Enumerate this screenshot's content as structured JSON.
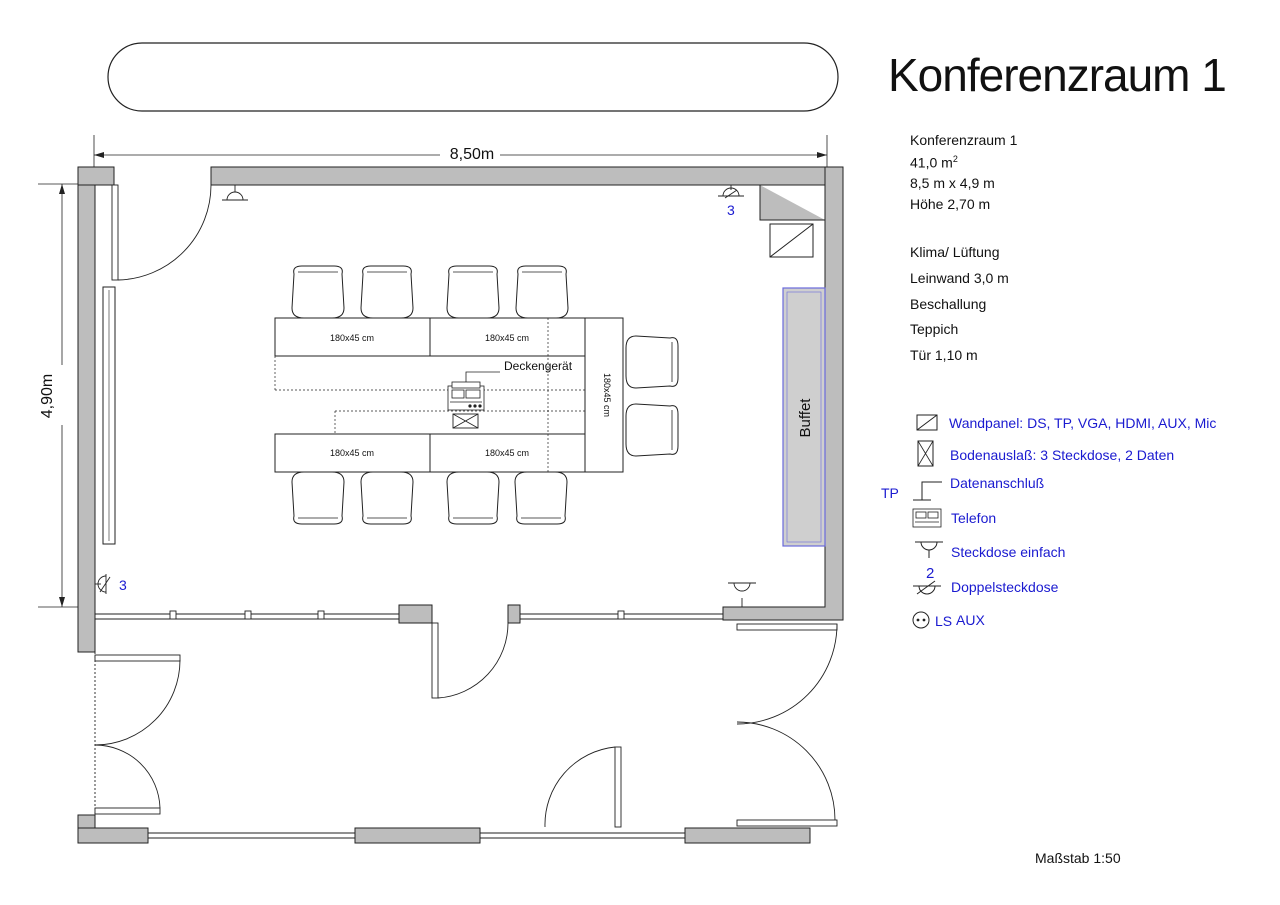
{
  "title": "Konferenzraum 1",
  "room_info": {
    "name": "Konferenzraum 1",
    "area": "41,0 m",
    "area_sup": "2",
    "size": "8,5 m x 4,9 m",
    "height": "Höhe 2,70 m"
  },
  "features": [
    "Klima/ Lüftung",
    "Leinwand 3,0 m",
    "Beschallung",
    "Teppich",
    "Tür 1,10 m"
  ],
  "legend": {
    "wandpanel": "Wandpanel: DS, TP, VGA, HDMI, AUX, Mic",
    "bodenauslass": "Bodenauslaß:  3 Steckdose, 2 Daten",
    "tp": "TP",
    "datenanschluss": "Datenanschluß",
    "telefon": "Telefon",
    "steckdose_einfach": "Steckdose einfach",
    "steckdose_num": "2",
    "doppelsteckdose": "Doppelsteckdose",
    "ls": "LS",
    "aux": "AUX"
  },
  "plan": {
    "width_dim": "8,50m",
    "height_dim": "4,90m",
    "table_label": "180x45 cm",
    "device_label": "Deckengerät",
    "buffet_label": "Buffet",
    "socket_count_top": "3",
    "socket_count_left": "3"
  },
  "scale": "Maßstab  1:50",
  "colors": {
    "wall": "#bdbdbd",
    "annotation": "#1a1ad0",
    "buffet_fill": "#cfcfcf",
    "buffet_border": "#6a6adc"
  }
}
